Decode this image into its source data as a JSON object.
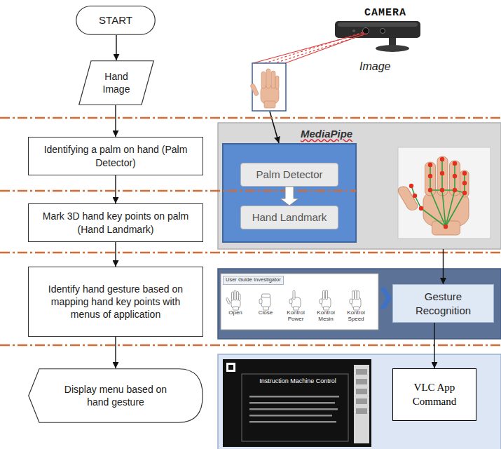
{
  "diagram": {
    "nodes": [
      {
        "text": [
          "START"
        ]
      },
      {
        "text": [
          "Hand Image"
        ]
      },
      {
        "text": [
          "Identifying a palm on hand (Palm Detector)"
        ]
      },
      {
        "text": [
          "Mark 3D hand key points on palm (Hand Landmark)"
        ]
      },
      {
        "text": [
          "Identify hand gesture based on mapping hand key points with menus of application"
        ]
      },
      {
        "text": [
          "Display menu based on hand gesture"
        ]
      },
      {
        "text": [
          "MediaPipe"
        ]
      },
      {
        "text": [
          "Palm Detector"
        ],
        "in": 6
      },
      {
        "text": [
          "Hand Landmark"
        ],
        "in": 6
      },
      {
        "text": [
          "User Guide Investigator",
          "Open",
          "Close",
          "Kontrol Power",
          "Kontrol Mesin",
          "Kontrol Speed"
        ]
      },
      {
        "text": [
          "Gesture Recognition"
        ]
      },
      {
        "text": [
          "Instruction Machine Control"
        ]
      },
      {
        "text": [
          "VLC App Command"
        ]
      }
    ],
    "edges": [
      {
        "from": 0,
        "to": 1,
        "arrow": "to"
      },
      {
        "from": 1,
        "to": 2,
        "arrow": "to"
      },
      {
        "from": 2,
        "to": 3,
        "arrow": "to"
      },
      {
        "from": 3,
        "to": 4,
        "arrow": "to"
      },
      {
        "from": 4,
        "to": 5,
        "arrow": "to"
      },
      {
        "from": 7,
        "to": 8,
        "arrow": "to"
      },
      {
        "from": 6,
        "to": 10,
        "arrow": "to"
      },
      {
        "from": 10,
        "to": 12,
        "arrow": "to"
      }
    ],
    "labels": [
      "CAMERA",
      "Image"
    ]
  }
}
